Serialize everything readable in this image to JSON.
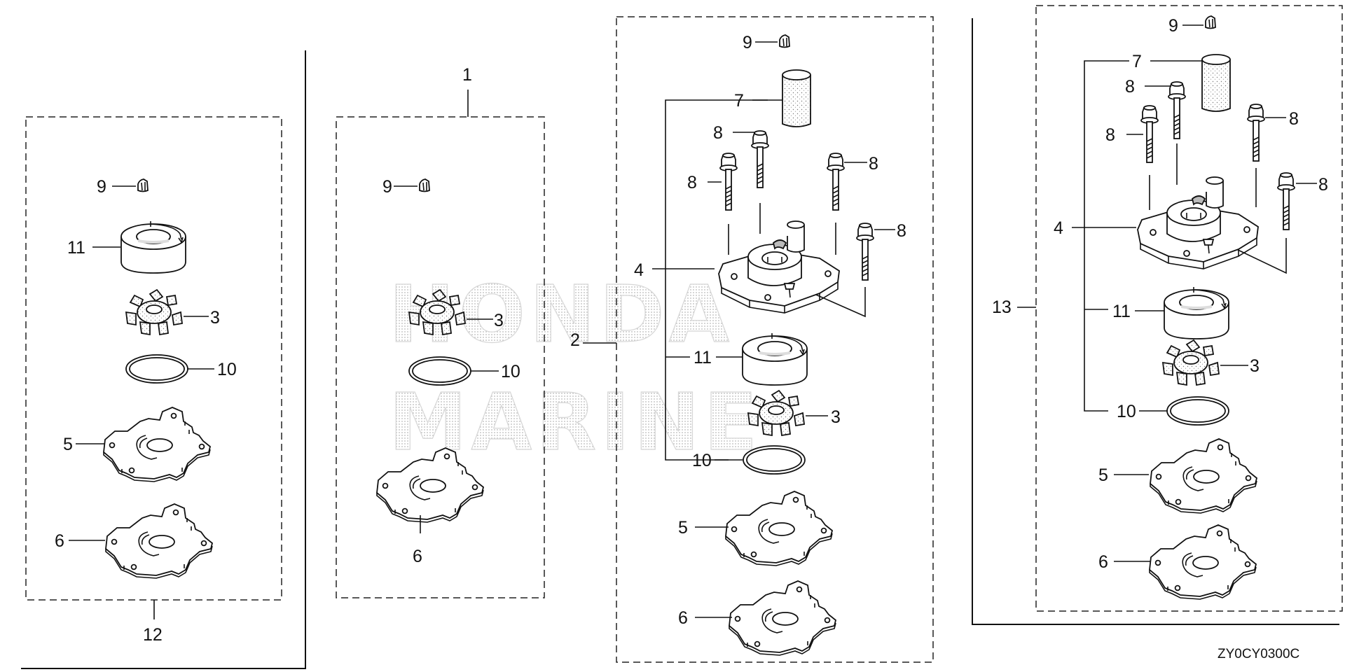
{
  "watermark": {
    "line1": "HONDA",
    "line2": "MARINE"
  },
  "diagram_code": "ZY0CY0300C",
  "callouts": {
    "kit_12": {
      "n9": "9",
      "n11": "11",
      "n3": "3",
      "n10": "10",
      "n5": "5",
      "n6": "6",
      "kit": "12"
    },
    "kit_1": {
      "kit": "1",
      "n9": "9",
      "n3": "3",
      "n10": "10",
      "n6": "6"
    },
    "assy_2": {
      "n9": "9",
      "n7": "7",
      "n8a": "8",
      "n8b": "8",
      "n8c": "8",
      "n8d": "8",
      "n4": "4",
      "kit": "2",
      "n11": "11",
      "n3": "3",
      "n10": "10",
      "n5": "5",
      "n6": "6"
    },
    "assy_13": {
      "n9": "9",
      "n7": "7",
      "n8a": "8",
      "n8b": "8",
      "n8c": "8",
      "n8d": "8",
      "n4": "4",
      "kit": "13",
      "n11": "11",
      "n3": "3",
      "n10": "10",
      "n5": "5",
      "n6": "6"
    }
  }
}
